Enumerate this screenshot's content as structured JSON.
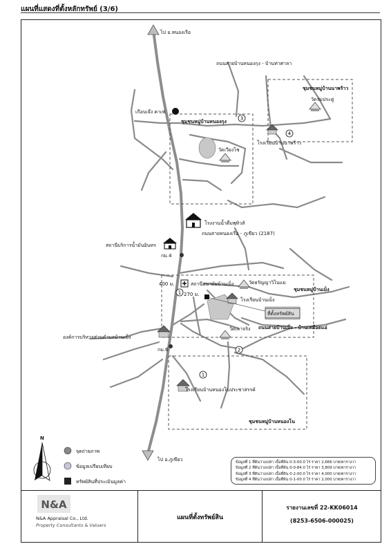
{
  "header": {
    "title": "แผนที่แสดงที่ตั้งหลักทรัพย์ (3/6)"
  },
  "map": {
    "directions": {
      "north": "ไป อ.หนองเรือ",
      "south": "ไป อ.ภูเขียว"
    },
    "road_labels": {
      "road_1": "ถนนสายบ้านหนองกุง - บ้านท่าศาลา",
      "road_2": "ถนนสายหนองเรือ - ภูเขียว (2187)",
      "road_3": "ถนนสายบ้านเม็ง - บ้านเหมือดแอ่",
      "km_marker": "กม.4",
      "km_marker_2": "กม.6",
      "dist_400": "400 ม.",
      "dist_270": "270 ม."
    },
    "places": {
      "cafe": "เกือบเจ๊ง คาเฟ่",
      "community_nongkung": "ชุมชนหมู่บ้านหนองกุง",
      "temple_wiangchai": "วัดเวียงไช",
      "community_naphrao": "ชุมชนหมู่บ้านนาพร้าว",
      "temple_naphrao": "วัดร่มประดู่",
      "school_naphrao": "โรงเรียนบ้านนาพร้าว",
      "factory": "โรงงานน้ำดื่มพุทิวส์",
      "gas_station": "สถานีบริการน้ำมันอินทร",
      "health_station": "สถานีอนามัยบ้านเม็ง",
      "temple_srisutha": "วัดธรัญญาวิไนแม",
      "school_meng": "โรงเรียนบ้านเม็ง",
      "community_meng": "ชุมชนหมู่บ้านเม็ง",
      "subject_property": "ที่ตั้งทรัพย์สิน",
      "temple_laochai": "วัดเลาจริง",
      "tao": "องค์การบริหารส่วนตำบลบ้านเม็ง",
      "school_nongnoi": "โรงเรียนบ้านหนองโนประชาสรรค์",
      "community_nongnoi": "ชุมชนหมู่บ้านหนองโน"
    },
    "markers": [
      "1",
      "2",
      "3",
      "4",
      "1"
    ],
    "north_arrow": "N"
  },
  "legend": {
    "items": [
      {
        "icon": "camera-icon",
        "label": "จุดถ่ายภาพ"
      },
      {
        "icon": "comparable-icon",
        "label": "ข้อมูลเปรียบเทียบ"
      },
      {
        "icon": "subject-square-icon",
        "label": "ทรัพย์สินที่ประเมินมูลค่า"
      }
    ]
  },
  "prices": [
    "ข้อมูลที่ 1  ที่ดินว่างเปล่า เนื้อที่ดิน 0-3-00.0 ไร่ ราคา 2,666 บาท/ตารางวา",
    "ข้อมูลที่ 2  ที่ดินว่างเปล่า เนื้อที่ดิน 0-0-84.0 ไร่ ราคา 3,809 บาท/ตารางวา",
    "ข้อมูลที่ 3  ที่ดินว่างเปล่า เนื้อที่ดิน 0-2-00.0 ไร่ ราคา 4,000 บาท/ตารางวา",
    "ข้อมูลที่ 4  ที่ดินว่างเปล่า เนื้อที่ดิน 0-1-00.0 ไร่ ราคา 2,000 บาท/ตารางวา"
  ],
  "footer": {
    "logo": "N&A",
    "company": "N&A Appraisal Co., Ltd.",
    "tagline": "Property Consultants & Valuers",
    "map_title": "แผนที่ตั้งทรัพย์สิน",
    "report_no": "รายงานเลขที่  22-KK06014",
    "report_code": "(8253-6506-000025)"
  }
}
